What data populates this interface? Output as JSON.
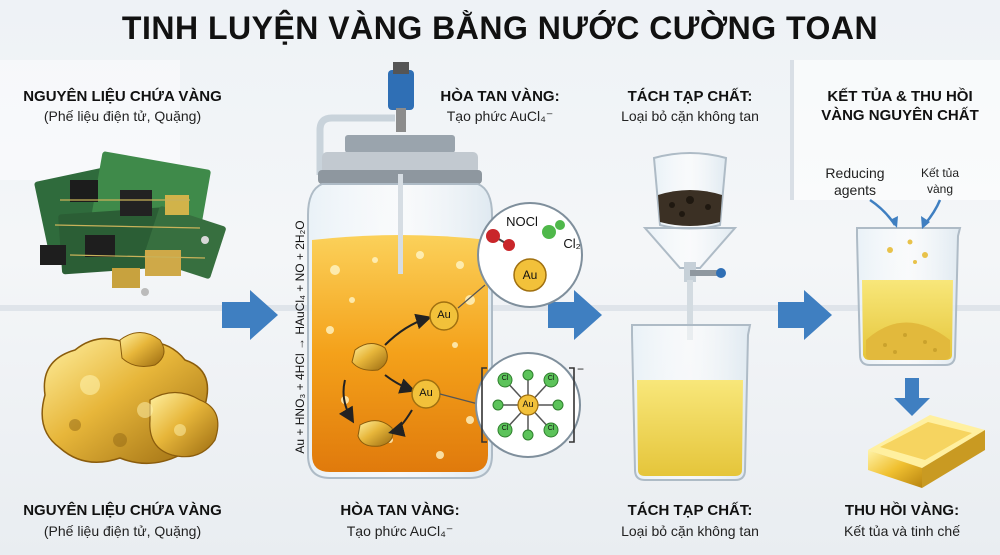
{
  "title": "TINH LUYỆN VÀNG BẰNG NƯỚC CƯỜNG TOAN",
  "stages": {
    "source": {
      "top_heading": "NGUYÊN LIỆU CHỨA VÀNG",
      "top_sub": "(Phế liệu điện tử, Quặng)",
      "bottom_heading": "NGUYÊN LIỆU CHỨA VÀNG",
      "bottom_sub": "(Phế liệu điện tử, Quặng)"
    },
    "dissolve": {
      "top_heading": "HÒA TAN VÀNG:",
      "top_sub": "Tạo phức AuCl₄⁻",
      "bottom_heading": "HÒA TAN VÀNG:",
      "bottom_sub": "Tạo phức AuCl₄⁻"
    },
    "filter": {
      "top_heading": "TÁCH TẠP CHẤT:",
      "top_sub": "Loại bỏ cặn không tan",
      "bottom_heading": "TÁCH TẠP CHẤT:",
      "bottom_sub": "Loại bỏ cặn không tan"
    },
    "precipitate": {
      "top_heading_1": "KẾT TỦA & THU HỒI",
      "top_heading_2": "VÀNG NGUYÊN CHẤT",
      "reducing_1": "Reducing",
      "reducing_2": "agents",
      "precip_1": "Kết tủa",
      "precip_2": "vàng",
      "bottom_heading": "THU HỒI VÀNG:",
      "bottom_sub": "Kết tủa và tinh chế"
    }
  },
  "equation": "Au + HNO₃ + 4HCl → HAuCl₄ + NO + 2H₂O",
  "molecules": {
    "nocl": "NOCl",
    "cl2": "Cl₂",
    "au": "Au",
    "cl": "Cl"
  },
  "colors": {
    "arrow": "#3f7fc1",
    "solution": "#f4a11a",
    "gold": "#e7b63a",
    "cl_atom": "#5cc35a",
    "text": "#111111"
  }
}
